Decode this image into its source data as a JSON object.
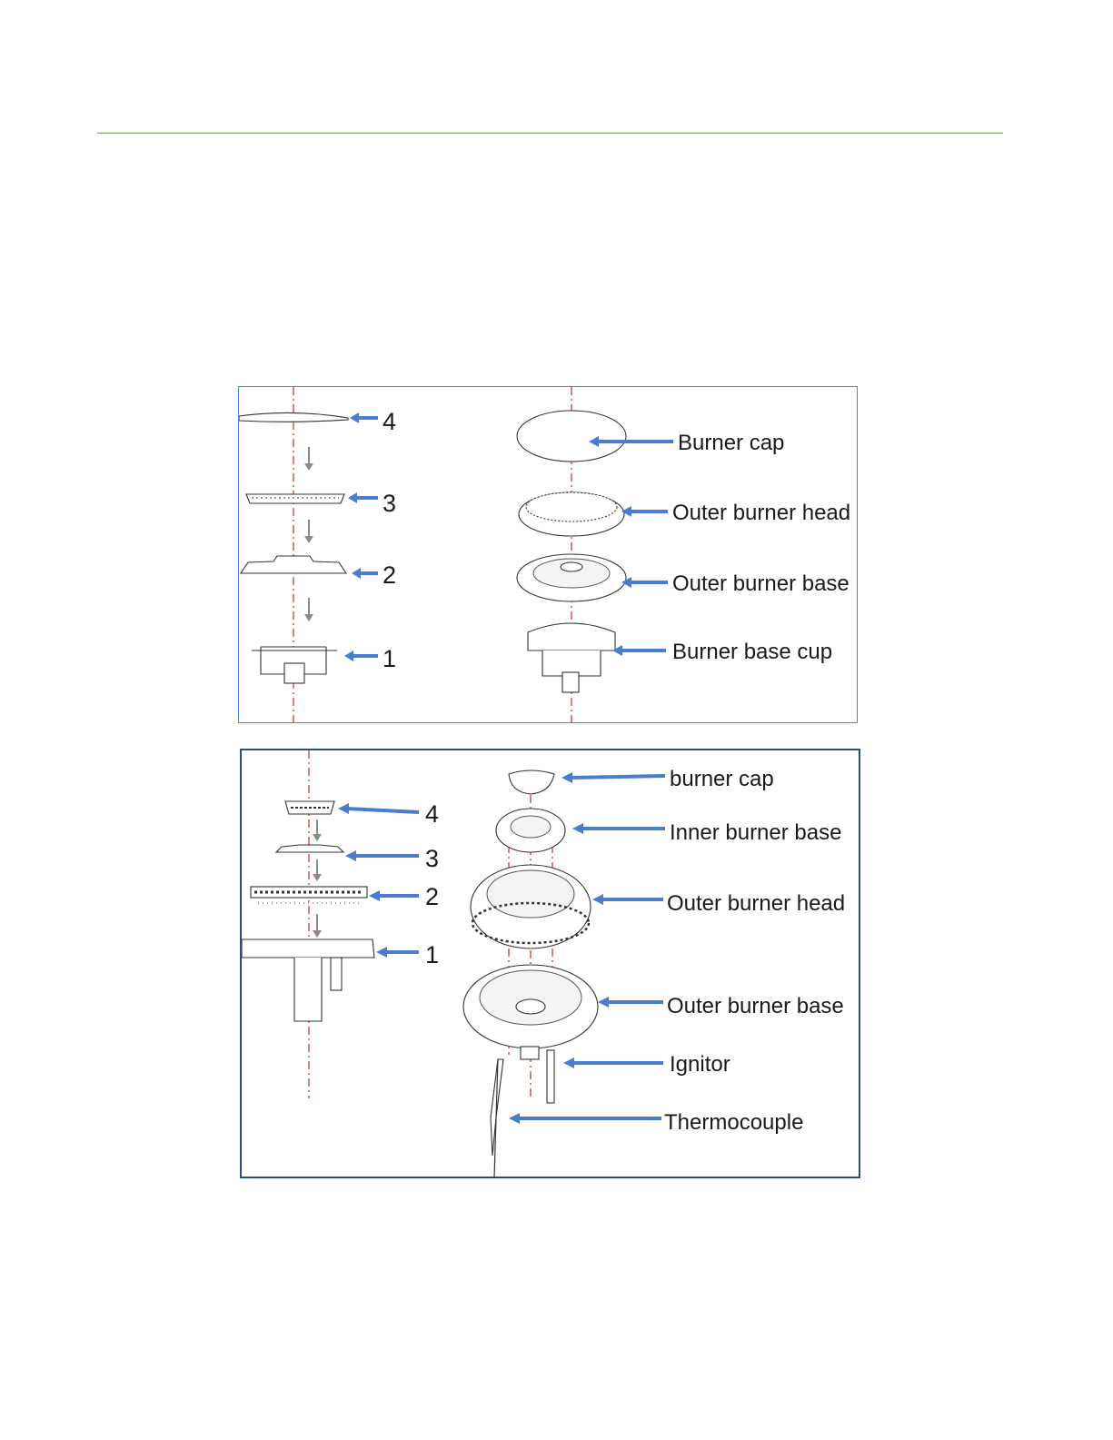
{
  "colors": {
    "rule": "#7a9a5a",
    "arrow": "#4a7cd0",
    "axis": "#d43a3a"
  },
  "diagram_top": {
    "left_numbers": [
      "4",
      "3",
      "2",
      "1"
    ],
    "right_labels": [
      "Burner cap",
      "Outer burner head",
      "Outer burner base",
      "Burner base cup"
    ]
  },
  "diagram_bottom": {
    "left_numbers": [
      "4",
      "3",
      "2",
      "1"
    ],
    "right_labels": [
      "burner cap",
      "Inner burner base",
      "Outer burner head",
      "Outer burner base",
      "Ignitor",
      "Thermocouple"
    ]
  }
}
